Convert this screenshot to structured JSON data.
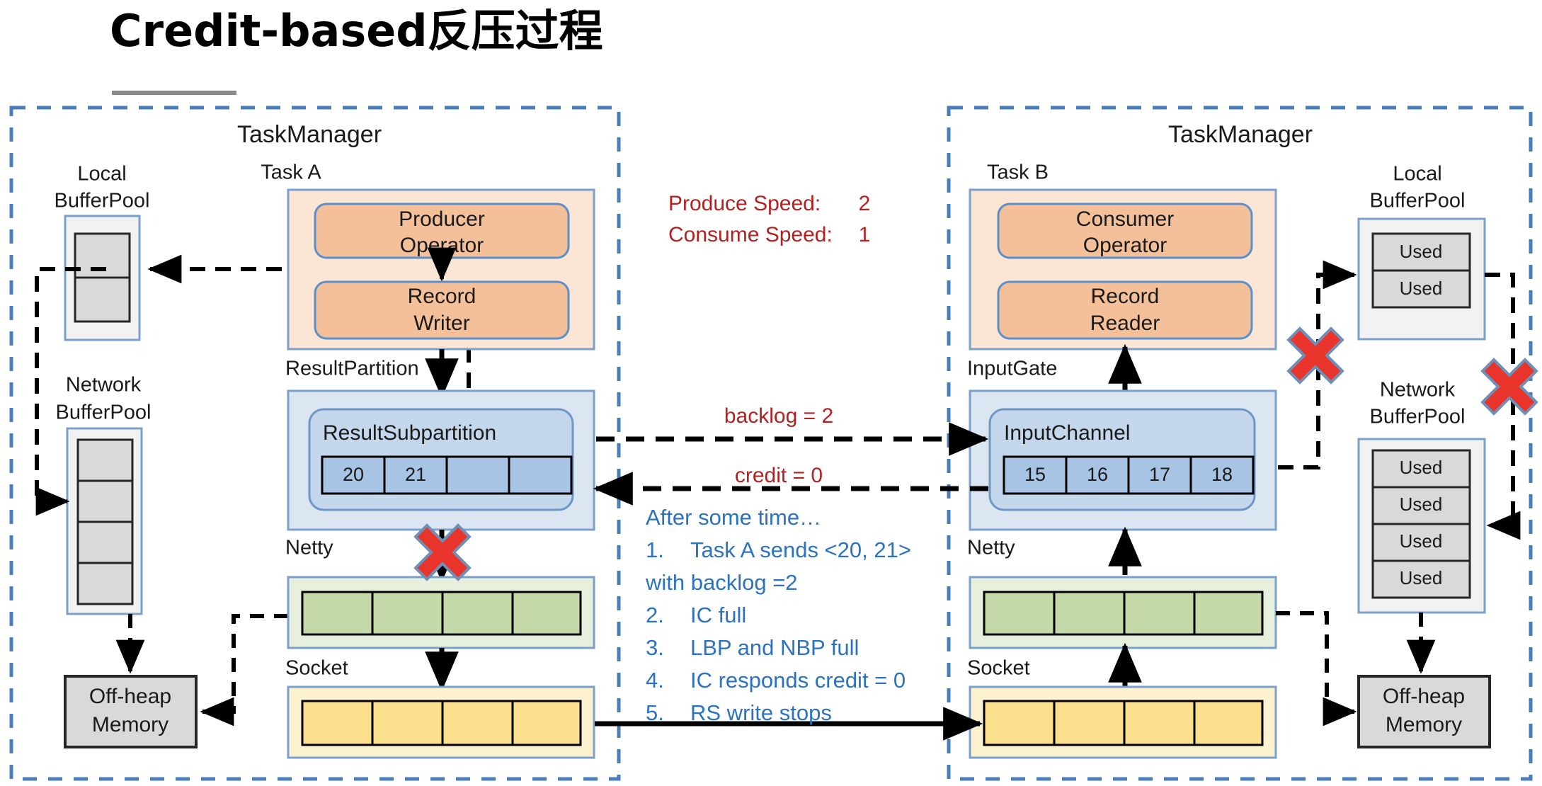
{
  "title": "Credit-based反压过程",
  "left_taskmanager": {
    "name": "TaskManager",
    "local_bufferpool": {
      "label_line1": "Local",
      "label_line2": "BufferPool",
      "cells": [
        "",
        ""
      ]
    },
    "network_bufferpool": {
      "label_line1": "Network",
      "label_line2": "BufferPool",
      "cells": [
        "",
        "",
        "",
        ""
      ]
    },
    "offheap": {
      "line1": "Off-heap",
      "line2": "Memory"
    },
    "task": {
      "label": "Task A",
      "operator": {
        "line1": "Producer",
        "line2": "Operator"
      },
      "record": {
        "line1": "Record",
        "line2": "Writer"
      }
    },
    "result_partition": {
      "label": "ResultPartition",
      "subpartition_label": "ResultSubpartition",
      "buffers": [
        "20",
        "21",
        "",
        ""
      ]
    },
    "netty": {
      "label": "Netty",
      "cells": [
        "",
        "",
        "",
        ""
      ]
    },
    "socket": {
      "label": "Socket",
      "cells": [
        "",
        "",
        "",
        ""
      ]
    }
  },
  "right_taskmanager": {
    "name": "TaskManager",
    "local_bufferpool": {
      "label_line1": "Local",
      "label_line2": "BufferPool",
      "cells": [
        "Used",
        "Used"
      ]
    },
    "network_bufferpool": {
      "label_line1": "Network",
      "label_line2": "BufferPool",
      "cells": [
        "Used",
        "Used",
        "Used",
        "Used"
      ]
    },
    "offheap": {
      "line1": "Off-heap",
      "line2": "Memory"
    },
    "task": {
      "label": "Task B",
      "operator": {
        "line1": "Consumer",
        "line2": "Operator"
      },
      "record": {
        "line1": "Record",
        "line2": "Reader"
      }
    },
    "input_gate": {
      "label": "InputGate",
      "channel_label": "InputChannel",
      "buffers": [
        "15",
        "16",
        "17",
        "18"
      ]
    },
    "netty": {
      "label": "Netty",
      "cells": [
        "",
        "",
        "",
        ""
      ]
    },
    "socket": {
      "label": "Socket",
      "cells": [
        "",
        "",
        "",
        ""
      ]
    }
  },
  "metrics": {
    "produce_speed_label": "Produce Speed:",
    "produce_speed_value": "2",
    "consume_speed_label": "Consume Speed:",
    "consume_speed_value": "1"
  },
  "wire_labels": {
    "backlog": "backlog = 2",
    "credit": "credit = 0"
  },
  "steps": {
    "heading": "After some time…",
    "items": [
      {
        "num": "1.",
        "text": "Task A sends <20, 21>"
      },
      {
        "num": "",
        "text": "with backlog =2"
      },
      {
        "num": "2.",
        "text": "IC full"
      },
      {
        "num": "3.",
        "text": "LBP and NBP full"
      },
      {
        "num": "4.",
        "text": "IC responds credit = 0"
      },
      {
        "num": "5.",
        "text": "RS write stops"
      }
    ]
  },
  "colors": {
    "tm_border": "#4a7ebb",
    "task_fill": "#fbe5d5",
    "op_fill": "#f4c09a",
    "partition_fill": "#dce6f2",
    "buffer_fill": "#a8c4e4",
    "netty_fill": "#e7f0dd",
    "netty_cell": "#c5d9a8",
    "socket_fill": "#fdf2d0",
    "socket_cell": "#fbdf8d",
    "pool_fill": "#f2f2f2",
    "pool_cell": "#d9d9d9",
    "red_x": "#e8342a",
    "red_text": "#b32121",
    "blue_text": "#2b72c0"
  },
  "icons": {
    "blocked": "red-x-icon",
    "flow": "arrow-icon"
  }
}
